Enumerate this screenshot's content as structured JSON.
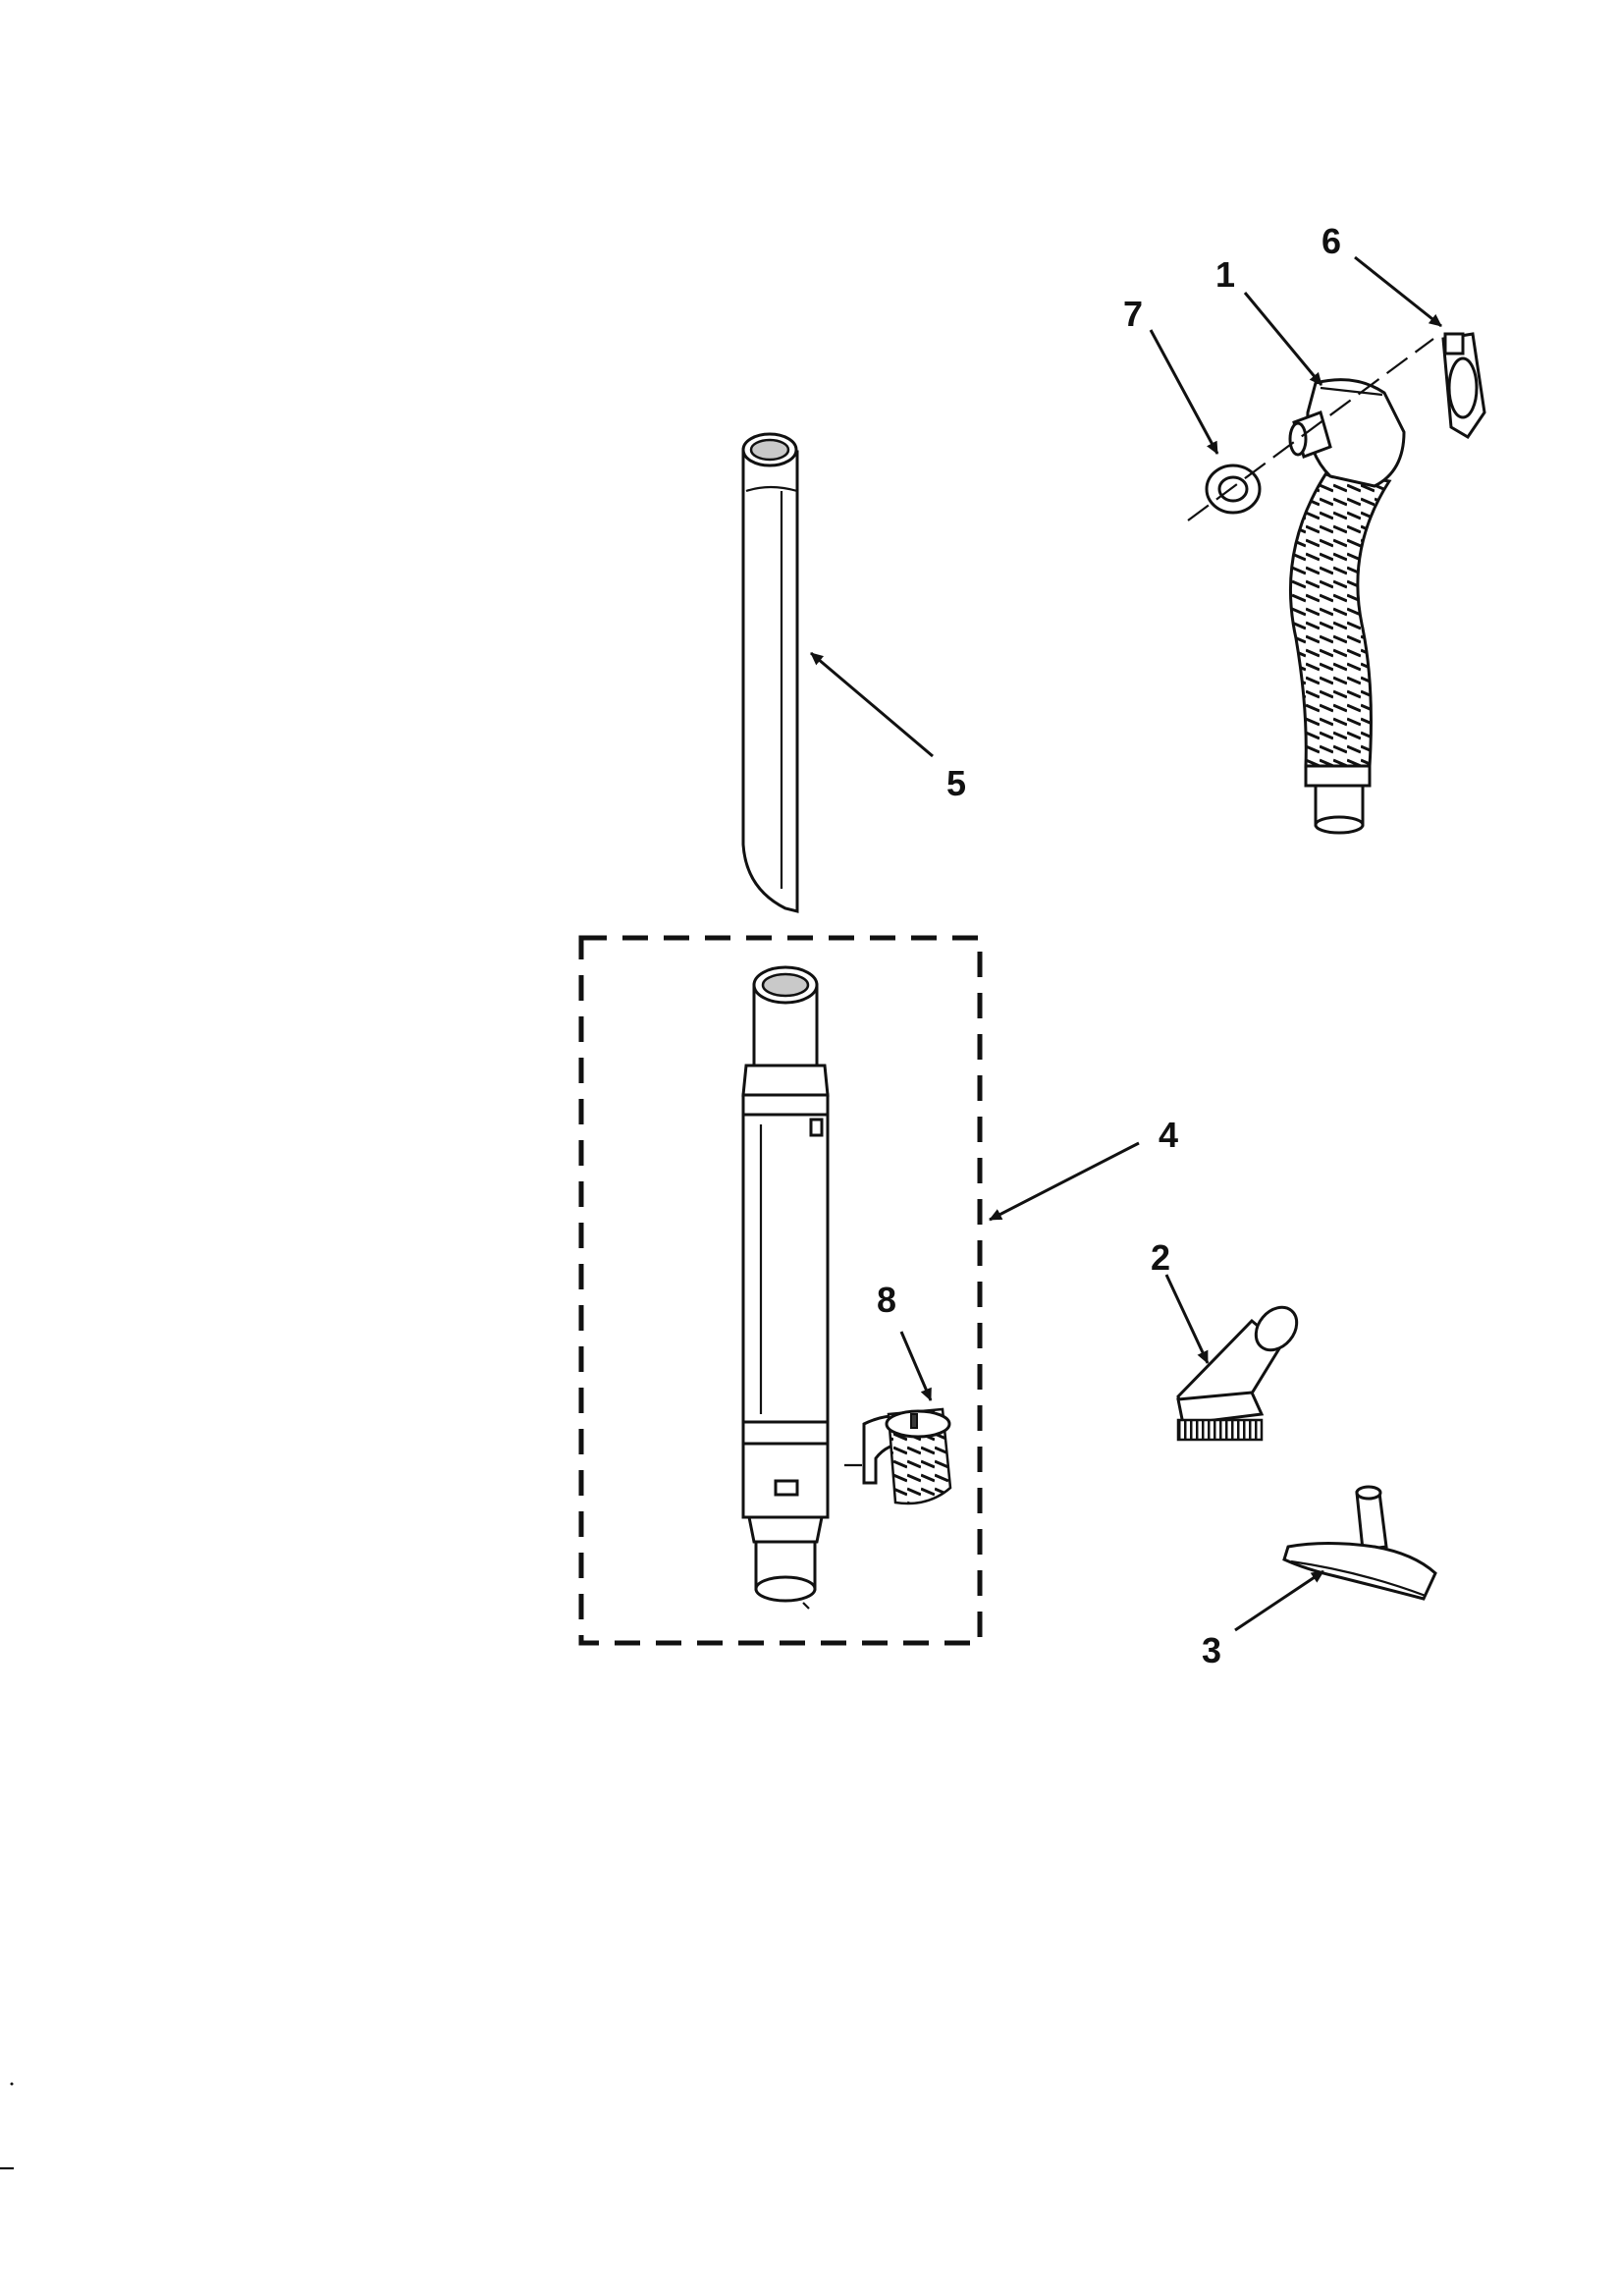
{
  "callouts": {
    "c1": "1",
    "c2": "2",
    "c3": "3",
    "c4": "4",
    "c5": "5",
    "c6": "6",
    "c7": "7",
    "c8": "8"
  },
  "colors": {
    "ink": "#111111",
    "shade": "#c9c9c9",
    "background": "#ffffff"
  }
}
